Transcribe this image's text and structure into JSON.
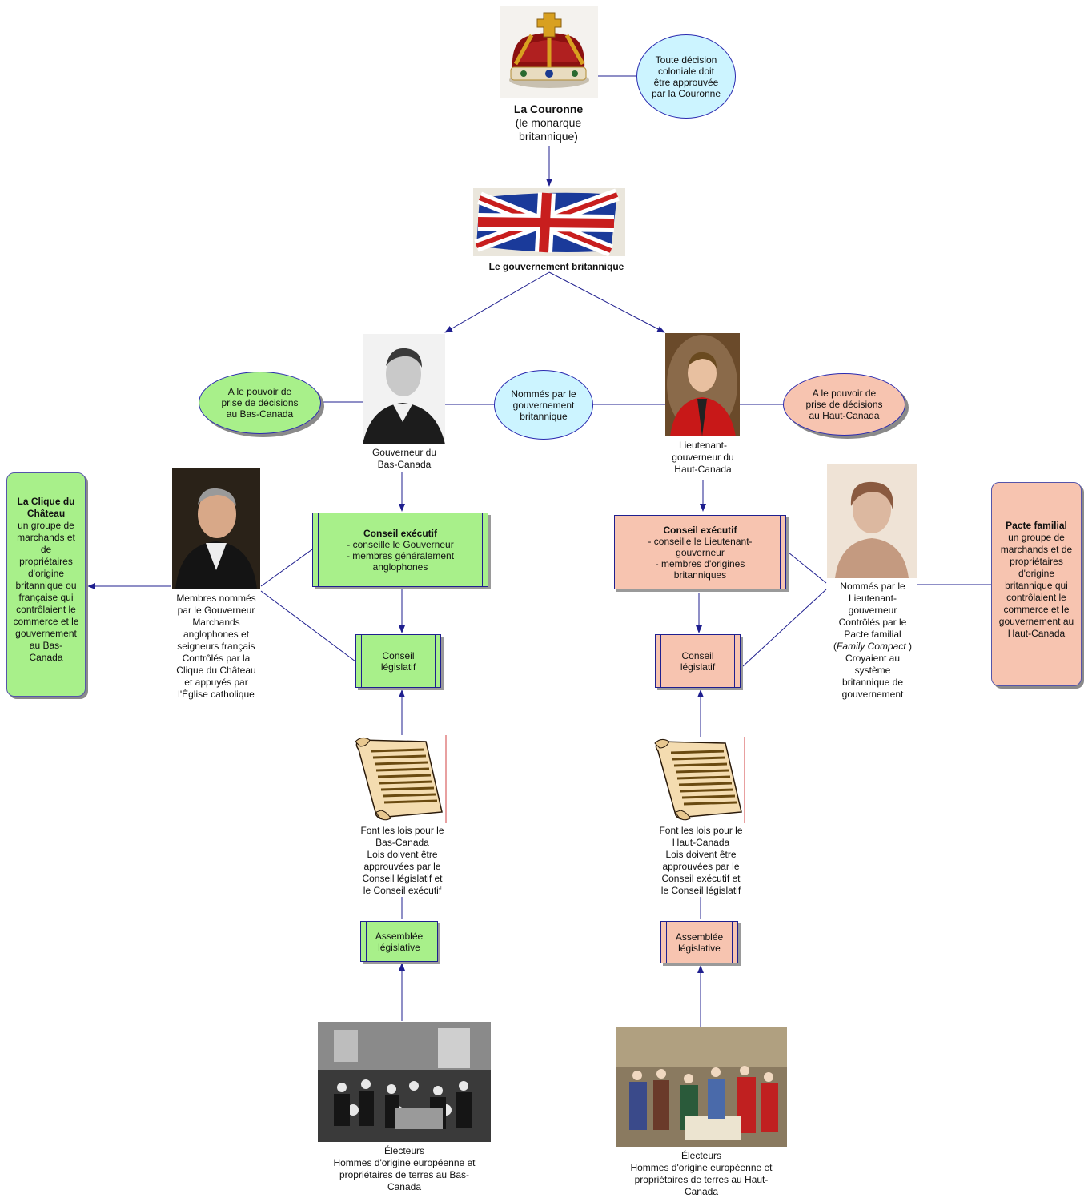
{
  "crown": {
    "title": "La Couronne",
    "sub1": "(le monarque",
    "sub2": "britannique)",
    "note": [
      "Toute décision",
      "coloniale doit",
      "être approuvée",
      "par la Couronne"
    ]
  },
  "british_gov": {
    "label": "Le gouvernement britannique"
  },
  "appointed_note": [
    "Nommés par le",
    "gouvernement",
    "britannique"
  ],
  "lower": {
    "power_note": [
      "A le pouvoir de",
      "prise de décisions",
      "au Bas-Canada"
    ],
    "governor": [
      "Gouverneur du",
      "Bas-Canada"
    ],
    "exec": {
      "title": "Conseil exécutif",
      "lines": [
        "- conseille le Gouverneur",
        "- membres généralement",
        "anglophones"
      ]
    },
    "leg_council": [
      "Conseil",
      "législatif"
    ],
    "clique_caption": [
      "Membres nommés",
      "par le Gouverneur",
      "Marchands",
      "anglophones et",
      "seigneurs français",
      "Contrôlés par la",
      "Clique du Château",
      "et appuyés par",
      "l'Église catholique"
    ],
    "clique_box": {
      "title": [
        "La Clique du",
        "Château"
      ],
      "lines": [
        "un groupe de",
        "marchands et",
        "de",
        "propriétaires",
        "d'origine",
        "britannique ou",
        "française qui",
        "contrôlaient le",
        "commerce et le",
        "gouvernement",
        "au Bas-",
        "Canada"
      ]
    },
    "laws": [
      "Font les lois pour le",
      "Bas-Canada",
      "Lois doivent être",
      "approuvées par le",
      "Conseil législatif et",
      "le Conseil exécutif"
    ],
    "assembly": [
      "Assemblée",
      "législative"
    ],
    "voters": [
      "Électeurs",
      "Hommes d'origine  européenne et",
      "propriétaires de terres au Bas-",
      "Canada"
    ]
  },
  "upper": {
    "power_note": [
      "A le pouvoir de",
      "prise de décisions",
      "au Haut-Canada"
    ],
    "governor": [
      "Lieutenant-",
      "gouverneur du",
      "Haut-Canada"
    ],
    "exec": {
      "title": "Conseil exécutif",
      "lines": [
        "- conseille le Lieutenant-",
        "gouverneur",
        "- membres d'origines",
        "britanniques"
      ]
    },
    "leg_council": [
      "Conseil",
      "législatif"
    ],
    "compact_caption": [
      "Nommés par le",
      "Lieutenant-",
      "gouverneur",
      "Contrôlés par le",
      "Pacte familial",
      "Family Compact",
      "Croyaient au",
      "système",
      "britannique de",
      "gouvernement"
    ],
    "compact_box": {
      "title": [
        "Pacte familial"
      ],
      "lines": [
        "un groupe de",
        "marchands et de",
        "propriétaires",
        "d'origine",
        "britannique qui",
        "contrôlaient le",
        "commerce et le",
        "gouvernement  au",
        "Haut-Canada"
      ]
    },
    "laws": [
      "Font les lois pour le",
      "Haut-Canada",
      "Lois doivent être",
      "approuvées par le",
      "Conseil exécutif et",
      "le Conseil législatif"
    ],
    "assembly": [
      "Assemblée",
      "législative"
    ],
    "voters": [
      "Électeurs",
      "Hommes d'origine  européenne et",
      "propriétaires de terres au Haut-",
      "Canada"
    ]
  },
  "icons": [
    "crown-image",
    "union-jack-flag",
    "governor-portrait",
    "lieutenant-governor-portrait",
    "clique-portrait",
    "compact-portrait",
    "scroll-icon",
    "voters-painting"
  ],
  "colors": {
    "green": "#a8f08a",
    "salmon": "#f7c4b0",
    "blue": "#ccf4ff",
    "line": "#1f1f8f"
  }
}
